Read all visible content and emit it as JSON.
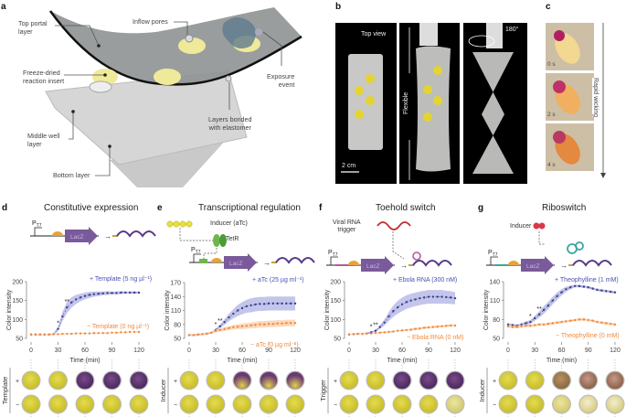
{
  "panel_a": {
    "label": "a",
    "labels": {
      "top_portal": "Top portal\nlayer",
      "inflow": "Inflow pores",
      "freeze": "Freeze-dried\nreaction insert",
      "exposure": "Exposure\nevent",
      "bonded": "Layers bonded\nwith elastomer",
      "middle": "Middle well\nlayer",
      "bottom": "Bottom layer"
    }
  },
  "panel_b": {
    "label": "b",
    "top_view": "Top view",
    "flexible": "Flexible",
    "rotation": "180°",
    "scale": "2 cm"
  },
  "panel_c": {
    "label": "c",
    "times": [
      "0 s",
      "2 s",
      "4 s"
    ],
    "arrow_label": "Rapid wicking"
  },
  "colors": {
    "plus": "#3a3f8f",
    "plus_band": "#b9bbe6",
    "minus": "#f08a3c",
    "minus_band": "#fcd2b0",
    "purple": "#6e4a8e",
    "yellow": "#d8cf3a"
  },
  "circuits": {
    "promoter": "P",
    "promoter_sub": "T7",
    "gene": "LacZ",
    "e_inducer": "Inducer (aTc)",
    "e_repressor": "TetR",
    "f_trigger": "Viral RNA\ntrigger",
    "g_inducer": "Inducer"
  },
  "chart_data": [
    {
      "panel": "d",
      "type": "line",
      "title": "Constitutive expression",
      "xlabel": "Time (min)",
      "ylabel": "Color intensity",
      "xlim": [
        0,
        120
      ],
      "xticks": [
        0,
        30,
        60,
        90,
        120
      ],
      "ylim": [
        50,
        200
      ],
      "yticks": [
        50,
        100,
        150,
        200
      ],
      "grid": false,
      "x": [
        0,
        5,
        10,
        15,
        20,
        25,
        30,
        35,
        40,
        45,
        50,
        55,
        60,
        65,
        70,
        75,
        80,
        85,
        90,
        95,
        100,
        105,
        110,
        115,
        120
      ],
      "series": [
        {
          "name": "+ Template (5 ng µl⁻¹)",
          "values": [
            60,
            60,
            60,
            60,
            60,
            61,
            75,
            108,
            132,
            145,
            153,
            158,
            162,
            165,
            167,
            168,
            169,
            170,
            170,
            170,
            171,
            171,
            171,
            171,
            171
          ],
          "sd": [
            1,
            1,
            1,
            1,
            1,
            2,
            6,
            12,
            15,
            14,
            12,
            10,
            9,
            8,
            7,
            6,
            5,
            5,
            4,
            4,
            4,
            3,
            3,
            3,
            3
          ]
        },
        {
          "name": "− Template (0 ng µl⁻¹)",
          "values": [
            60,
            60,
            60,
            60,
            60,
            61,
            61,
            62,
            62,
            62,
            63,
            63,
            63,
            63,
            64,
            64,
            64,
            64,
            65,
            65,
            66,
            66,
            67,
            67,
            67
          ],
          "sd": [
            1,
            1,
            1,
            1,
            1,
            1,
            1,
            1,
            1,
            1,
            1,
            1,
            1,
            1,
            1,
            1,
            1,
            1,
            1,
            1,
            1,
            1,
            1,
            1,
            1
          ]
        }
      ],
      "significance": [
        {
          "x": 30,
          "label": "*"
        },
        {
          "x": 40,
          "label": "**"
        }
      ],
      "wells": {
        "row_label": "Template",
        "rows": [
          {
            "sign": "+",
            "states": [
              "yellow",
              "yellow",
              "purple",
              "purple",
              "purple"
            ]
          },
          {
            "sign": "−",
            "states": [
              "yellow",
              "yellow",
              "yellow",
              "yellow",
              "yellow"
            ]
          }
        ]
      }
    },
    {
      "panel": "e",
      "type": "line",
      "title": "Transcriptional regulation",
      "xlabel": "Time (min)",
      "ylabel": "Color intensity",
      "xlim": [
        0,
        120
      ],
      "xticks": [
        0,
        30,
        60,
        90,
        120
      ],
      "ylim": [
        50,
        170
      ],
      "yticks": [
        50,
        80,
        110,
        140,
        170
      ],
      "grid": false,
      "x": [
        0,
        5,
        10,
        15,
        20,
        25,
        30,
        35,
        40,
        45,
        50,
        55,
        60,
        65,
        70,
        75,
        80,
        85,
        90,
        95,
        100,
        105,
        110,
        115,
        120
      ],
      "series": [
        {
          "name": "+ aTc (25 µg ml⁻¹)",
          "values": [
            57,
            57,
            58,
            59,
            60,
            62,
            68,
            76,
            85,
            95,
            103,
            110,
            115,
            119,
            121,
            123,
            124,
            124,
            125,
            125,
            125,
            125,
            125,
            125,
            125
          ],
          "sd": [
            2,
            2,
            2,
            2,
            2,
            2,
            3,
            4,
            6,
            8,
            10,
            12,
            13,
            14,
            15,
            15,
            15,
            15,
            15,
            15,
            15,
            15,
            15,
            15,
            15
          ]
        },
        {
          "name": "− aTc (0 µg ml⁻¹)",
          "values": [
            57,
            57,
            58,
            59,
            60,
            62,
            66,
            68,
            70,
            72,
            74,
            75,
            76,
            77,
            78,
            79,
            80,
            80,
            81,
            81,
            82,
            82,
            83,
            83,
            83
          ],
          "sd": [
            2,
            2,
            2,
            2,
            2,
            2,
            3,
            3,
            4,
            4,
            5,
            5,
            6,
            6,
            6,
            7,
            7,
            7,
            7,
            7,
            7,
            7,
            7,
            7,
            7
          ]
        }
      ],
      "significance": [
        {
          "x": 30,
          "label": "*"
        },
        {
          "x": 35,
          "label": "**"
        }
      ],
      "wells": {
        "row_label": "Inducer",
        "rows": [
          {
            "sign": "+",
            "states": [
              "yellow",
              "yellow",
              "purple-top",
              "purple-top",
              "purple-top"
            ]
          },
          {
            "sign": "−",
            "states": [
              "yellow",
              "yellow",
              "yellow",
              "yellow",
              "yellow"
            ]
          }
        ]
      }
    },
    {
      "panel": "f",
      "type": "line",
      "title": "Toehold switch",
      "xlabel": "Time (min)",
      "ylabel": "Color intensity",
      "xlim": [
        0,
        120
      ],
      "xticks": [
        0,
        30,
        60,
        90,
        120
      ],
      "ylim": [
        50,
        200
      ],
      "yticks": [
        50,
        100,
        150,
        200
      ],
      "grid": false,
      "x": [
        0,
        5,
        10,
        15,
        20,
        25,
        30,
        35,
        40,
        45,
        50,
        55,
        60,
        65,
        70,
        75,
        80,
        85,
        90,
        95,
        100,
        105,
        110,
        115,
        120
      ],
      "series": [
        {
          "name": "+ Ebola RNA (300 nM)",
          "values": [
            60,
            61,
            62,
            62,
            63,
            66,
            70,
            80,
            92,
            108,
            122,
            132,
            140,
            146,
            150,
            153,
            156,
            158,
            160,
            160,
            160,
            160,
            159,
            158,
            156
          ],
          "sd": [
            1,
            1,
            1,
            1,
            2,
            2,
            3,
            5,
            8,
            12,
            15,
            17,
            18,
            18,
            18,
            18,
            18,
            18,
            18,
            18,
            18,
            18,
            17,
            17,
            16
          ]
        },
        {
          "name": "− Ebola RNA (0 nM)",
          "values": [
            60,
            61,
            62,
            62,
            63,
            63,
            64,
            65,
            66,
            67,
            68,
            70,
            71,
            72,
            73,
            75,
            76,
            78,
            79,
            80,
            81,
            82,
            83,
            84,
            84
          ],
          "sd": [
            1,
            1,
            1,
            1,
            1,
            1,
            1,
            2,
            2,
            2,
            2,
            2,
            2,
            2,
            3,
            3,
            3,
            3,
            3,
            3,
            3,
            3,
            3,
            3,
            3
          ]
        }
      ],
      "significance": [
        {
          "x": 25,
          "label": "*"
        },
        {
          "x": 30,
          "label": "**"
        }
      ],
      "wells": {
        "row_label": "Trigger",
        "rows": [
          {
            "sign": "+",
            "states": [
              "yellow",
              "yellow",
              "purple",
              "purple",
              "purple"
            ]
          },
          {
            "sign": "−",
            "states": [
              "yellow",
              "yellow",
              "yellow",
              "yellow",
              "pale"
            ]
          }
        ]
      }
    },
    {
      "panel": "g",
      "type": "line",
      "title": "Riboswitch",
      "xlabel": "Time (min)",
      "ylabel": "Color intensity",
      "xlim": [
        0,
        120
      ],
      "xticks": [
        0,
        30,
        60,
        90,
        120
      ],
      "ylim": [
        50,
        140
      ],
      "yticks": [
        50,
        80,
        110,
        140
      ],
      "grid": false,
      "x": [
        0,
        5,
        10,
        15,
        20,
        25,
        30,
        35,
        40,
        45,
        50,
        55,
        60,
        65,
        70,
        75,
        80,
        85,
        90,
        95,
        100,
        105,
        110,
        115,
        120
      ],
      "series": [
        {
          "name": "+ Theophylline (1 mM)",
          "values": [
            72,
            71,
            70,
            72,
            74,
            76,
            82,
            88,
            95,
            102,
            110,
            117,
            123,
            128,
            131,
            133,
            133,
            132,
            131,
            129,
            127,
            126,
            125,
            124,
            123
          ],
          "sd": [
            2,
            2,
            2,
            2,
            3,
            3,
            4,
            5,
            6,
            6,
            6,
            6,
            5,
            4,
            3,
            2,
            2,
            2,
            2,
            2,
            2,
            2,
            2,
            2,
            2
          ]
        },
        {
          "name": "− Theophylline (0 mM)",
          "values": [
            69,
            68,
            68,
            69,
            70,
            70,
            71,
            72,
            72,
            73,
            74,
            75,
            76,
            77,
            78,
            79,
            80,
            80,
            79,
            78,
            76,
            75,
            74,
            73,
            72
          ],
          "sd": [
            2,
            2,
            2,
            2,
            2,
            2,
            2,
            2,
            2,
            2,
            2,
            2,
            2,
            2,
            2,
            2,
            2,
            2,
            2,
            2,
            2,
            2,
            2,
            2,
            2
          ]
        }
      ],
      "significance": [
        {
          "x": 25,
          "label": "*"
        },
        {
          "x": 35,
          "label": "**"
        }
      ],
      "wells": {
        "row_label": "Inducer",
        "rows": [
          {
            "sign": "+",
            "states": [
              "yellow",
              "yellow",
              "brown",
              "brown-pink",
              "brown-pink"
            ]
          },
          {
            "sign": "−",
            "states": [
              "yellow",
              "yellow",
              "pale",
              "cream",
              "cream"
            ]
          }
        ]
      }
    }
  ]
}
